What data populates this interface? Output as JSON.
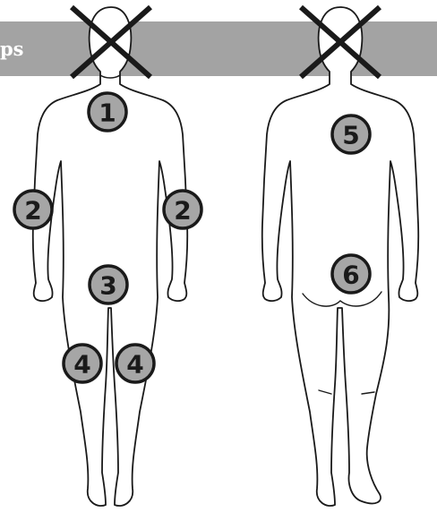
{
  "banner": {
    "title": "ps"
  },
  "markers": [
    {
      "id": "m1",
      "label": "1",
      "region": "neck"
    },
    {
      "id": "m2l",
      "label": "2",
      "region": "left-arm"
    },
    {
      "id": "m2r",
      "label": "2",
      "region": "right-arm"
    },
    {
      "id": "m3",
      "label": "3",
      "region": "groin"
    },
    {
      "id": "m4l",
      "label": "4",
      "region": "left-knee"
    },
    {
      "id": "m4r",
      "label": "4",
      "region": "right-knee"
    },
    {
      "id": "m5",
      "label": "5",
      "region": "upper-back"
    },
    {
      "id": "m6",
      "label": "6",
      "region": "lower-back"
    }
  ],
  "colors": {
    "banner": "#a3a3a3",
    "marker_fill": "#a6a6a6",
    "outline": "#1a1a1a"
  }
}
